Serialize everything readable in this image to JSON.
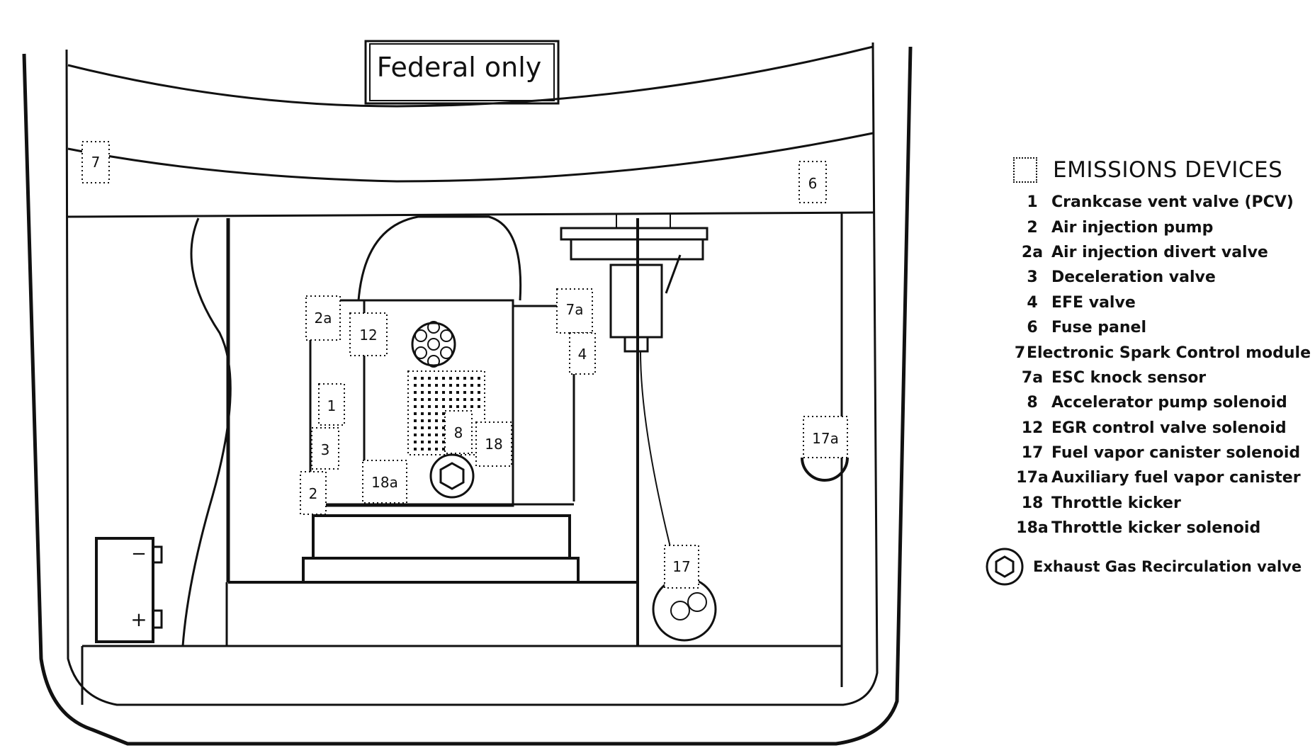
{
  "header_label": "Federal only",
  "legend": {
    "title": "EMISSIONS DEVICES",
    "items": [
      {
        "code": "1",
        "label": "Crankcase vent valve (PCV)"
      },
      {
        "code": "2",
        "label": "Air injection pump"
      },
      {
        "code": "2a",
        "label": "Air injection divert valve"
      },
      {
        "code": "3",
        "label": "Deceleration valve"
      },
      {
        "code": "4",
        "label": "EFE  valve"
      },
      {
        "code": "6",
        "label": "Fuse panel"
      },
      {
        "code": "7",
        "label": "Electronic Spark Control module"
      },
      {
        "code": "7a",
        "label": "ESC knock sensor"
      },
      {
        "code": "8",
        "label": "Accelerator pump solenoid"
      },
      {
        "code": "12",
        "label": "EGR  control valve solenoid"
      },
      {
        "code": "17",
        "label": "Fuel vapor canister solenoid"
      },
      {
        "code": "17a",
        "label": "Auxiliary fuel vapor canister"
      },
      {
        "code": "18",
        "label": "Throttle kicker"
      },
      {
        "code": "18a",
        "label": "Throttle kicker solenoid"
      }
    ],
    "egr_label": "Exhaust Gas Recirculation valve"
  },
  "markers": {
    "m1": "1",
    "m2": "2",
    "m2a": "2a",
    "m3": "3",
    "m4": "4",
    "m6": "6",
    "m7": "7",
    "m7a": "7a",
    "m8": "8",
    "m12": "12",
    "m17": "17",
    "m17a": "17a",
    "m18": "18",
    "m18a": "18a"
  },
  "battery": {
    "neg": "−",
    "pos": "+"
  }
}
